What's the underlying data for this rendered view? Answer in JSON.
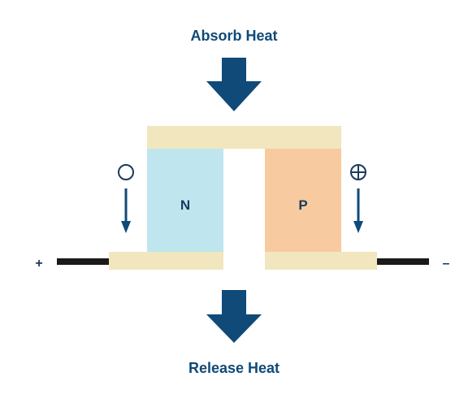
{
  "labels": {
    "top": "Absorb Heat",
    "bottom": "Release Heat",
    "n_leg": "N",
    "p_leg": "P",
    "positive_terminal": "+",
    "negative_terminal": "–"
  },
  "icons": {
    "electron_symbol": "circle-outline-icon",
    "hole_symbol": "circle-plus-icon",
    "heat_in": "down-arrow-icon",
    "heat_out": "down-arrow-icon"
  },
  "colors": {
    "navy": "#0f4a78",
    "conductor": "#f1e6bd",
    "n_type": "#bfe6ef",
    "p_type": "#f7cb9f",
    "wire": "#1a1a1a",
    "text": "#1a3a5c"
  }
}
